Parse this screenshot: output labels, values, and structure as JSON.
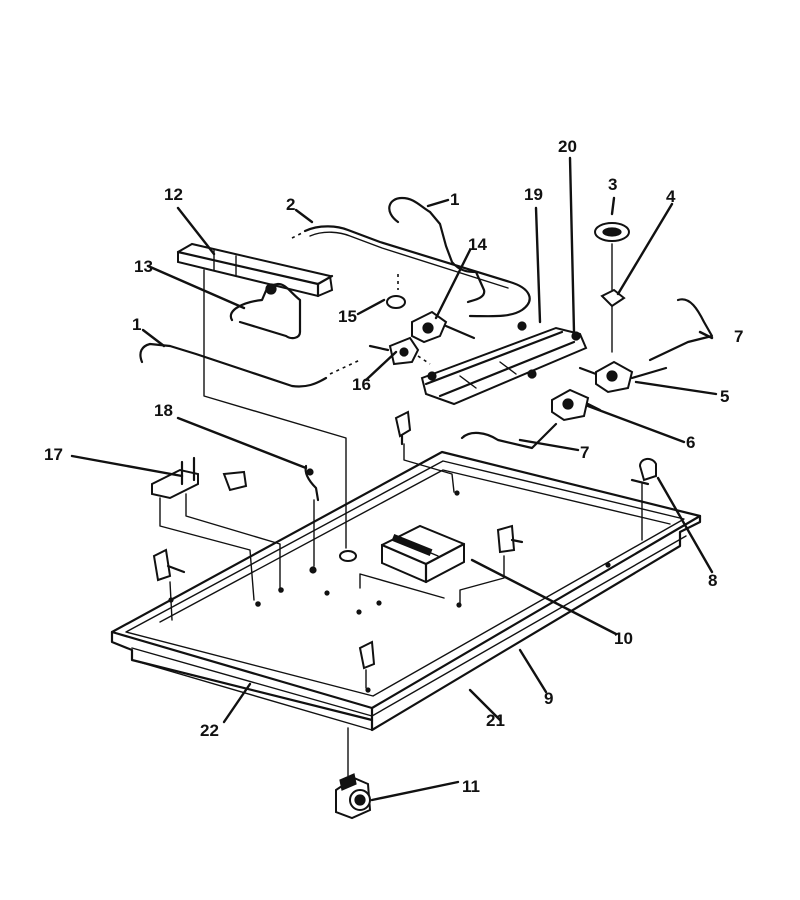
{
  "callouts": [
    {
      "id": "c1a",
      "label": "1"
    },
    {
      "id": "c1b",
      "label": "1"
    },
    {
      "id": "c2",
      "label": "2"
    },
    {
      "id": "c3",
      "label": "3"
    },
    {
      "id": "c4",
      "label": "4"
    },
    {
      "id": "c5",
      "label": "5"
    },
    {
      "id": "c6",
      "label": "6"
    },
    {
      "id": "c7a",
      "label": "7"
    },
    {
      "id": "c7b",
      "label": "7"
    },
    {
      "id": "c8",
      "label": "8"
    },
    {
      "id": "c9",
      "label": "9"
    },
    {
      "id": "c10",
      "label": "10"
    },
    {
      "id": "c11",
      "label": "11"
    },
    {
      "id": "c12",
      "label": "12"
    },
    {
      "id": "c13",
      "label": "13"
    },
    {
      "id": "c14",
      "label": "14"
    },
    {
      "id": "c15",
      "label": "15"
    },
    {
      "id": "c16",
      "label": "16"
    },
    {
      "id": "c17",
      "label": "17"
    },
    {
      "id": "c18",
      "label": "18"
    },
    {
      "id": "c19",
      "label": "19"
    },
    {
      "id": "c20",
      "label": "20"
    },
    {
      "id": "c21",
      "label": "21"
    },
    {
      "id": "c22",
      "label": "22"
    }
  ]
}
